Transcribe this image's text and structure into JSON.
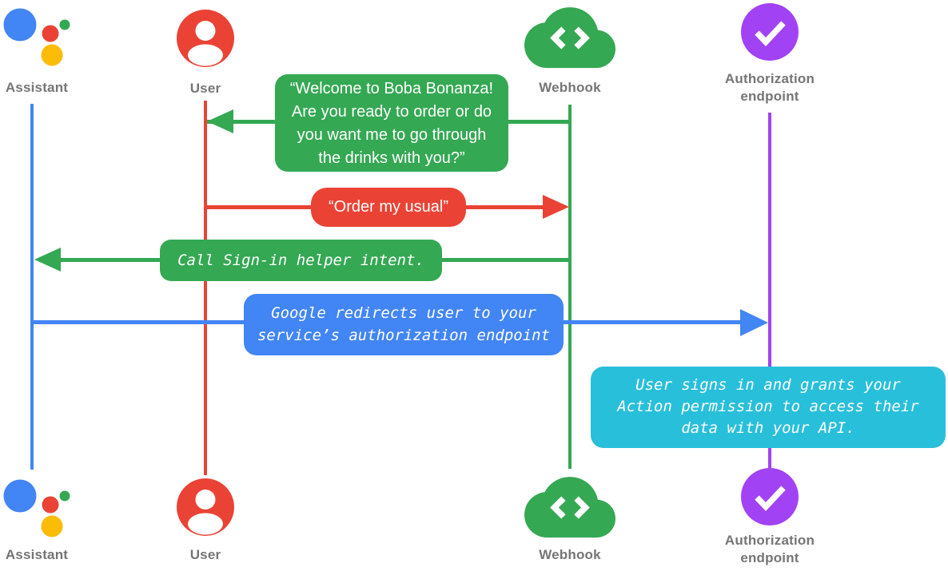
{
  "diagram_type": "sequence-diagram",
  "actors": [
    {
      "label": "Assistant"
    },
    {
      "label": "User"
    },
    {
      "label": "Webhook"
    },
    {
      "label": "Authorization endpoint"
    }
  ],
  "messages": {
    "welcome": {
      "from": "Webhook",
      "to": "User",
      "lines": [
        "“Welcome to Boba Bonanza!",
        "Are you ready to order or do",
        "you want me to go through",
        "the drinks with you?”"
      ]
    },
    "order": {
      "from": "User",
      "to": "Webhook",
      "text": "“Order my usual”"
    },
    "signin": {
      "from": "Webhook",
      "to": "Assistant",
      "text": "Call Sign-in helper intent."
    },
    "redirect": {
      "from": "Assistant",
      "to": "Authorization endpoint",
      "lines": [
        "Google redirects user to your",
        "service’s authorization endpoint"
      ]
    },
    "note": {
      "at": "Authorization endpoint",
      "lines": [
        "User signs in and grants your",
        "Action permission to access their",
        "data with your API."
      ]
    }
  },
  "colors": {
    "assistant_blue": "#4285F4",
    "user_red": "#EA4335",
    "webhook_green": "#34A853",
    "auth_purple": "#A142F4",
    "note_cyan": "#28BFDB",
    "assistant_yellow": "#FBBC05",
    "assistant_green_dot": "#34A853",
    "label_gray": "#757575"
  }
}
